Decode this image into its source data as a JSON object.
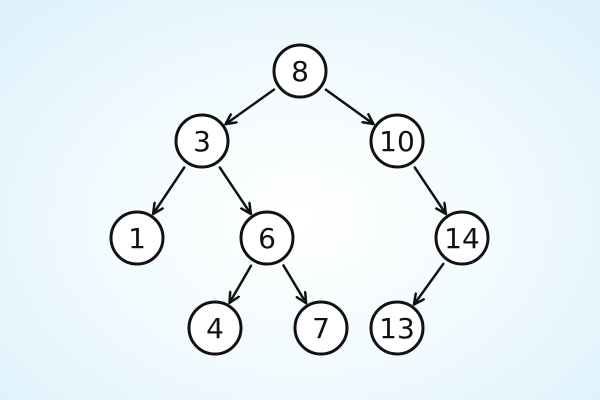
{
  "nodes": [
    {
      "id": "n8",
      "label": "8"
    },
    {
      "id": "n3",
      "label": "3"
    },
    {
      "id": "n10",
      "label": "10"
    },
    {
      "id": "n1",
      "label": "1"
    },
    {
      "id": "n6",
      "label": "6"
    },
    {
      "id": "n14",
      "label": "14"
    },
    {
      "id": "n4",
      "label": "4"
    },
    {
      "id": "n7",
      "label": "7"
    },
    {
      "id": "n13",
      "label": "13"
    }
  ],
  "edges": [
    [
      "n8",
      "n3"
    ],
    [
      "n8",
      "n10"
    ],
    [
      "n3",
      "n1"
    ],
    [
      "n3",
      "n6"
    ],
    [
      "n10",
      "n14"
    ],
    [
      "n6",
      "n4"
    ],
    [
      "n6",
      "n7"
    ],
    [
      "n14",
      "n13"
    ]
  ],
  "colors": {
    "stroke": "#111111",
    "fill": "#ffffff"
  }
}
